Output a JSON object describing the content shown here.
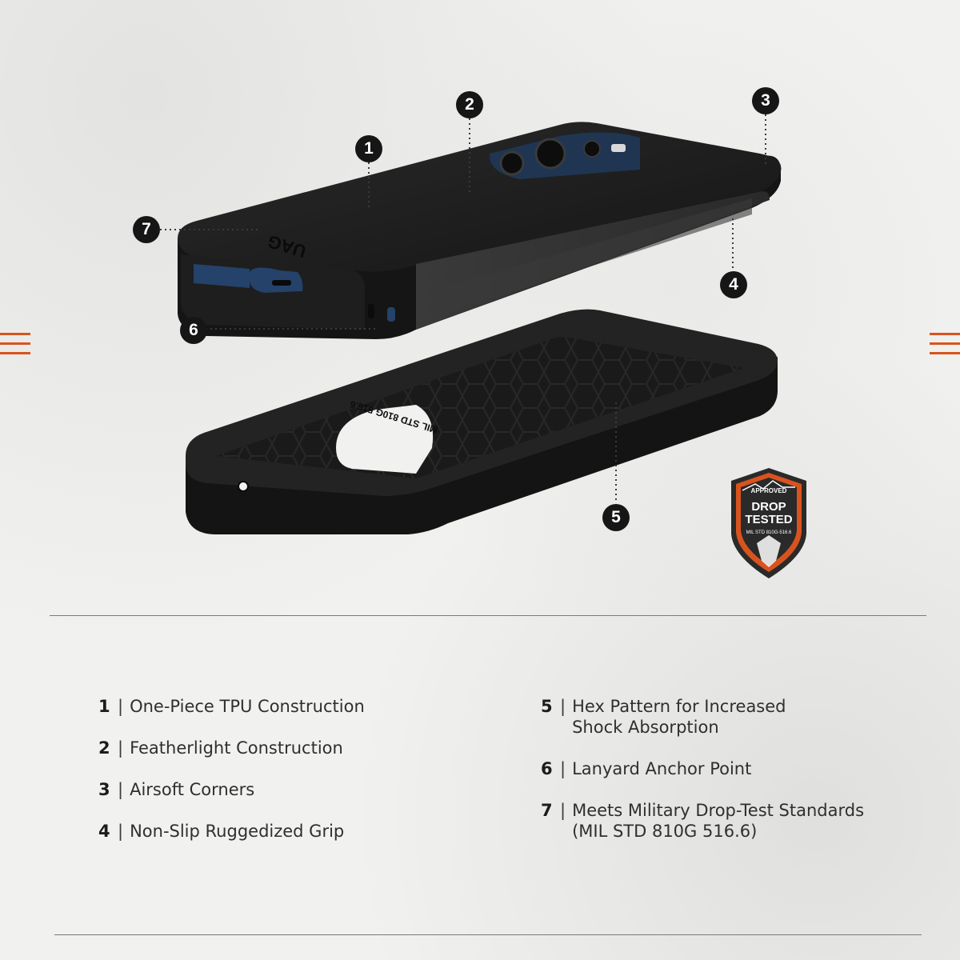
{
  "colors": {
    "accent": "#d9531e",
    "callout_bg": "#161616",
    "case_black": "#1c1c1c"
  },
  "logo_text": "UAG",
  "inner_imprint": "MIL STD 810G 516.6",
  "badge": {
    "top": "APPROVED",
    "line1": "DROP",
    "line2": "TESTED",
    "bottom": "MIL STD 810G-516.6"
  },
  "callouts": [
    "1",
    "2",
    "3",
    "4",
    "5",
    "6",
    "7"
  ],
  "features_left": [
    {
      "num": "1",
      "sep": "|",
      "text": "One-Piece TPU Construction"
    },
    {
      "num": "2",
      "sep": "|",
      "text": "Featherlight Construction"
    },
    {
      "num": "3",
      "sep": "|",
      "text": "Airsoft Corners"
    },
    {
      "num": "4",
      "sep": "|",
      "text": "Non-Slip Ruggedized Grip"
    }
  ],
  "features_right": [
    {
      "num": "5",
      "sep": "|",
      "text": "Hex Pattern for Increased\nShock Absorption"
    },
    {
      "num": "6",
      "sep": "|",
      "text": "Lanyard Anchor Point"
    },
    {
      "num": "7",
      "sep": "|",
      "text": "Meets Military Drop-Test Standards\n(MIL STD 810G 516.6)"
    }
  ]
}
